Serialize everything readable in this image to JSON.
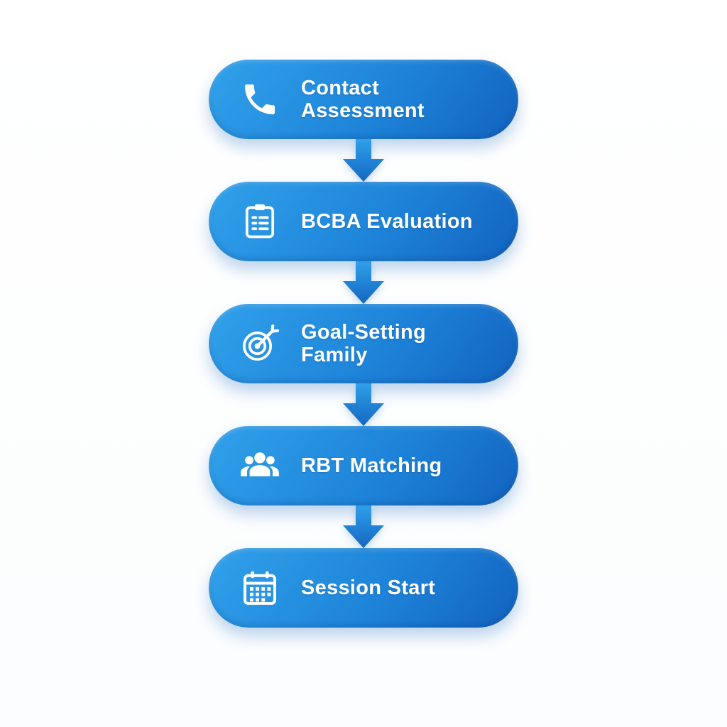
{
  "diagram": {
    "type": "vertical-flowchart",
    "steps": [
      {
        "label": "Contact\nAssessment",
        "icon": "phone-icon"
      },
      {
        "label": "BCBA Evaluation",
        "icon": "clipboard-checklist-icon"
      },
      {
        "label": "Goal-Setting Family",
        "icon": "target-icon"
      },
      {
        "label": "RBT Matching",
        "icon": "people-group-icon"
      },
      {
        "label": "Session Start",
        "icon": "calendar-icon"
      }
    ],
    "connector": "down-arrow",
    "colors": {
      "pill_gradient_start": "#31a1ea",
      "pill_gradient_end": "#1263bf",
      "arrow_color": "#1e82da",
      "text_color": "#ffffff",
      "icon_color": "#ffffff",
      "background": "#ffffff"
    }
  }
}
